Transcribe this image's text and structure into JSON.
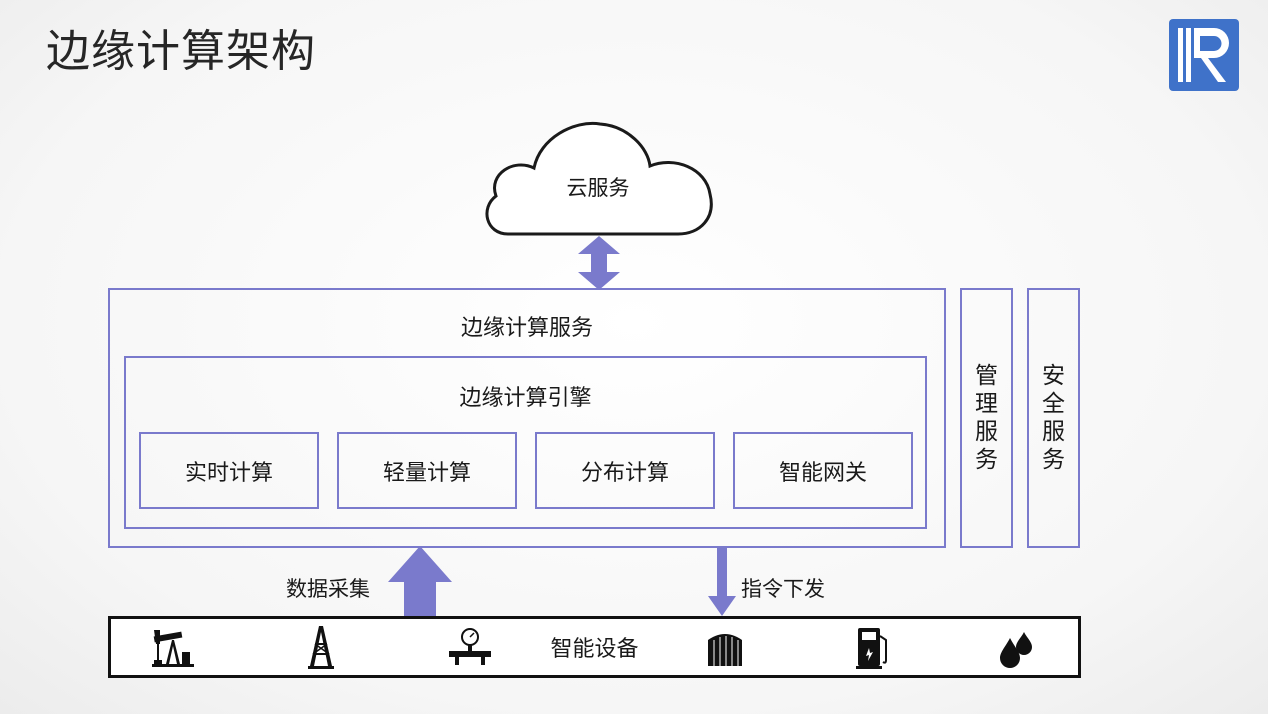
{
  "title": "边缘计算架构",
  "cloud": {
    "label": "云服务"
  },
  "edge_service": {
    "label": "边缘计算服务",
    "engine": {
      "label": "边缘计算引擎",
      "modules": [
        "实时计算",
        "轻量计算",
        "分布计算",
        "智能网关"
      ]
    }
  },
  "side_panels": [
    "管理服务",
    "安全服务"
  ],
  "arrows": {
    "upload": "数据采集",
    "download": "指令下发"
  },
  "devices": {
    "label": "智能设备",
    "icons": [
      "oil-pump-icon",
      "oil-derrick-icon",
      "pressure-gauge-icon",
      "storage-tank-icon",
      "fuel-pump-icon",
      "water-drops-icon"
    ]
  },
  "colors": {
    "accent": "#7a7acc",
    "logo": "#3f72c9"
  }
}
